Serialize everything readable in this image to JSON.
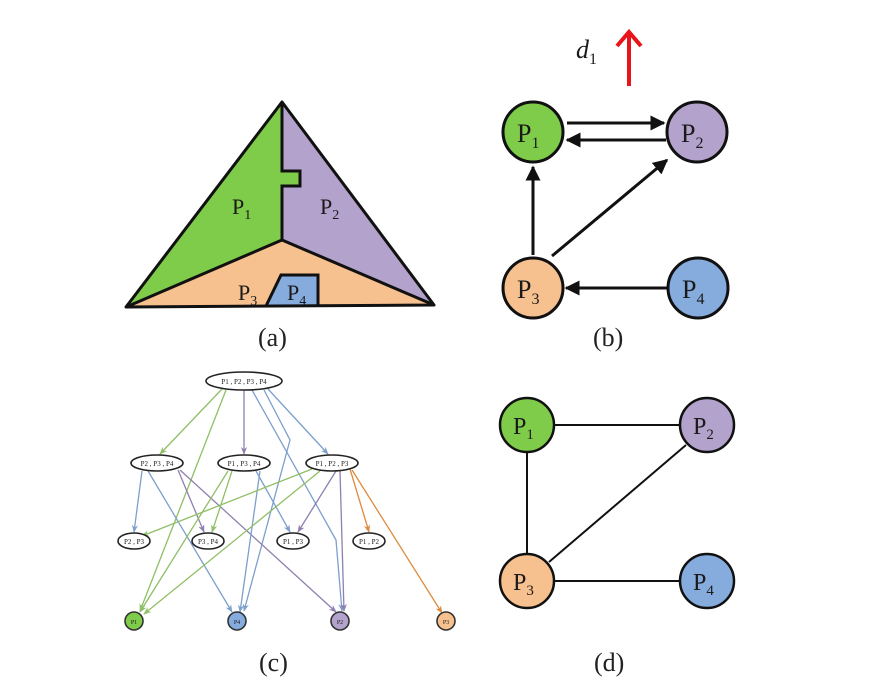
{
  "colors": {
    "P1": "#7fcc4a",
    "P2": "#b3a2cc",
    "P3": "#f7c08f",
    "P4": "#86abdd",
    "stroke": "#111111",
    "direction_arrow": "#e8141a",
    "edge_green": "#8fbf66",
    "edge_blue": "#7d9fcc",
    "edge_purple": "#8f7fb0",
    "edge_orange": "#dd8a3e"
  },
  "panel_a": {
    "caption": "(a)",
    "regions": [
      {
        "id": "P1",
        "label": "P",
        "sub": "1"
      },
      {
        "id": "P2",
        "label": "P",
        "sub": "2"
      },
      {
        "id": "P3",
        "label": "P",
        "sub": "3"
      },
      {
        "id": "P4",
        "label": "P",
        "sub": "4"
      }
    ]
  },
  "panel_b": {
    "caption": "(b)",
    "direction_label": "d",
    "direction_sub": "1",
    "nodes": [
      {
        "id": "P1",
        "label": "P",
        "sub": "1"
      },
      {
        "id": "P2",
        "label": "P",
        "sub": "2"
      },
      {
        "id": "P3",
        "label": "P",
        "sub": "3"
      },
      {
        "id": "P4",
        "label": "P",
        "sub": "4"
      }
    ],
    "edges": [
      {
        "from": "P1",
        "to": "P2"
      },
      {
        "from": "P2",
        "to": "P1"
      },
      {
        "from": "P3",
        "to": "P1"
      },
      {
        "from": "P3",
        "to": "P2"
      },
      {
        "from": "P4",
        "to": "P3"
      }
    ]
  },
  "panel_c": {
    "caption": "(c)",
    "root": "P1 , P2 , P3 , P4",
    "level2": [
      "P2 , P3 , P4",
      "P1 , P3 , P4",
      "P1 , P2 , P3"
    ],
    "level3": [
      "P2 , P3",
      "P3 , P4",
      "P1 , P3",
      "P1 , P2"
    ],
    "leaves": [
      {
        "id": "P1",
        "label": "P1"
      },
      {
        "id": "P4",
        "label": "P4"
      },
      {
        "id": "P2",
        "label": "P2"
      },
      {
        "id": "P3",
        "label": "P3"
      }
    ]
  },
  "panel_d": {
    "caption": "(d)",
    "nodes": [
      {
        "id": "P1",
        "label": "P",
        "sub": "1"
      },
      {
        "id": "P2",
        "label": "P",
        "sub": "2"
      },
      {
        "id": "P3",
        "label": "P",
        "sub": "3"
      },
      {
        "id": "P4",
        "label": "P",
        "sub": "4"
      }
    ],
    "edges": [
      {
        "a": "P1",
        "b": "P2"
      },
      {
        "a": "P1",
        "b": "P3"
      },
      {
        "a": "P2",
        "b": "P3"
      },
      {
        "a": "P3",
        "b": "P4"
      }
    ]
  }
}
